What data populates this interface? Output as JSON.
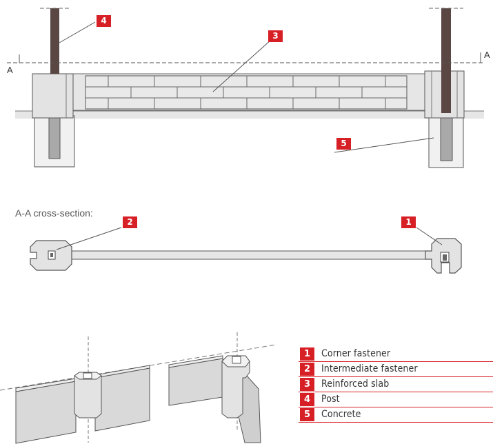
{
  "section_label": "A",
  "cross_section_caption": "A-A cross-section:",
  "callouts": [
    "1",
    "2",
    "3",
    "4",
    "5"
  ],
  "legend": [
    {
      "number": "1",
      "label": "Corner fastener"
    },
    {
      "number": "2",
      "label": "Intermediate fastener"
    },
    {
      "number": "3",
      "label": "Reinforced slab"
    },
    {
      "number": "4",
      "label": "Post"
    },
    {
      "number": "5",
      "label": "Concrete"
    }
  ],
  "colors": {
    "accent": "#d71f26",
    "post": "#5a4744",
    "panel_fill": "#e8e8e8",
    "outline": "#555555"
  }
}
